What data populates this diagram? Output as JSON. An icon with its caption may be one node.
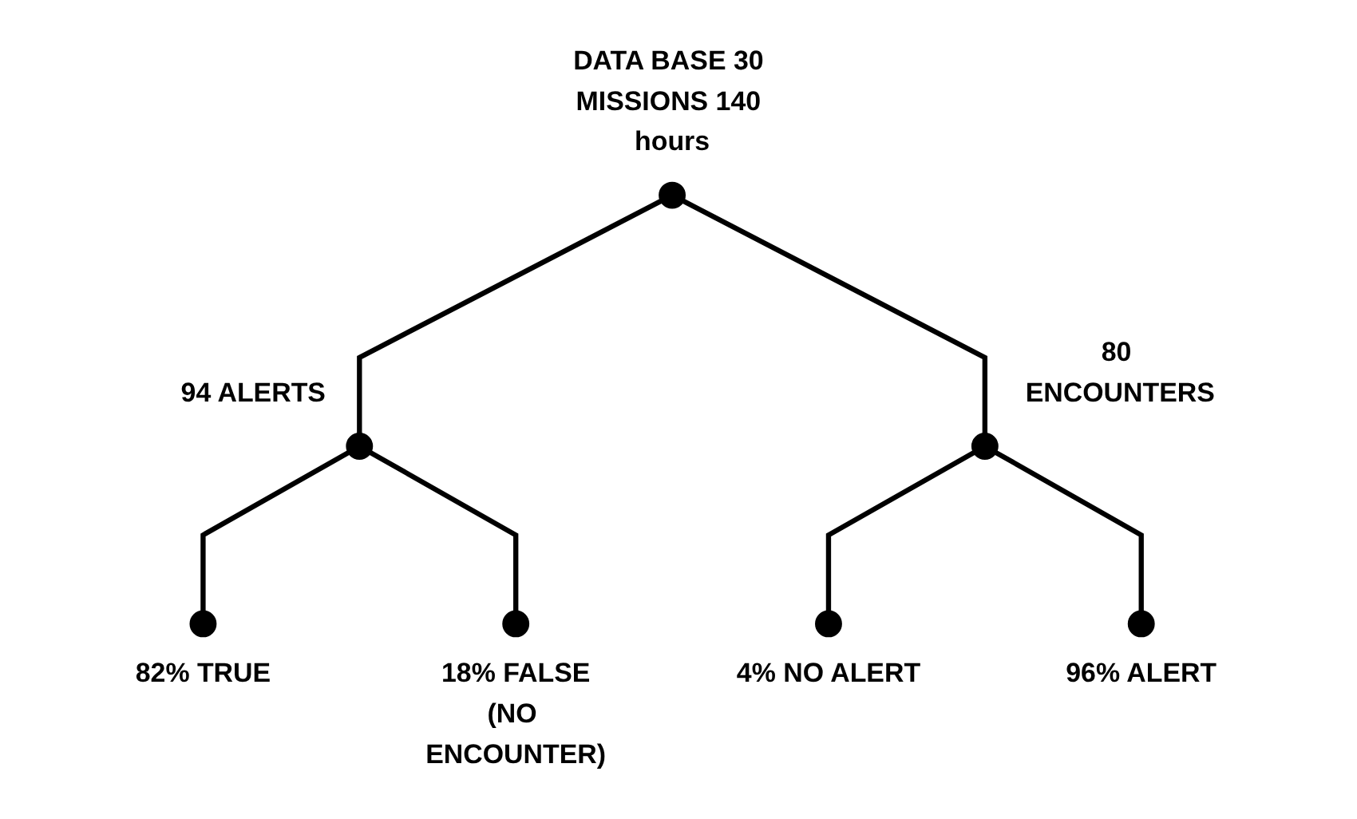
{
  "diagram": {
    "nodes": [
      {
        "text": [],
        "shape": "circle",
        "beside": [
          "DATA BASE 30 MISSIONS 140 hours"
        ]
      },
      {
        "text": [],
        "shape": "circle",
        "beside": [
          "94 ALERTS"
        ]
      },
      {
        "text": [],
        "shape": "circle",
        "beside": [
          "80 ENCOUNTERS"
        ]
      },
      {
        "text": [],
        "shape": "circle",
        "beside": [
          "82% TRUE"
        ]
      },
      {
        "text": [],
        "shape": "circle",
        "beside": [
          "18% FALSE",
          "(NO ENCOUNTER)"
        ]
      },
      {
        "text": [],
        "shape": "circle",
        "beside": [
          "4% NO ALERT"
        ]
      },
      {
        "text": [],
        "shape": "circle",
        "beside": [
          "96% ALERT"
        ]
      }
    ],
    "edges": [
      {
        "from": 0,
        "to": 1,
        "arrow": "none"
      },
      {
        "from": 0,
        "to": 2,
        "arrow": "none"
      },
      {
        "from": 1,
        "to": 3,
        "arrow": "none"
      },
      {
        "from": 1,
        "to": 4,
        "arrow": "none"
      },
      {
        "from": 2,
        "to": 5,
        "arrow": "none"
      },
      {
        "from": 2,
        "to": 6,
        "arrow": "none"
      }
    ]
  }
}
